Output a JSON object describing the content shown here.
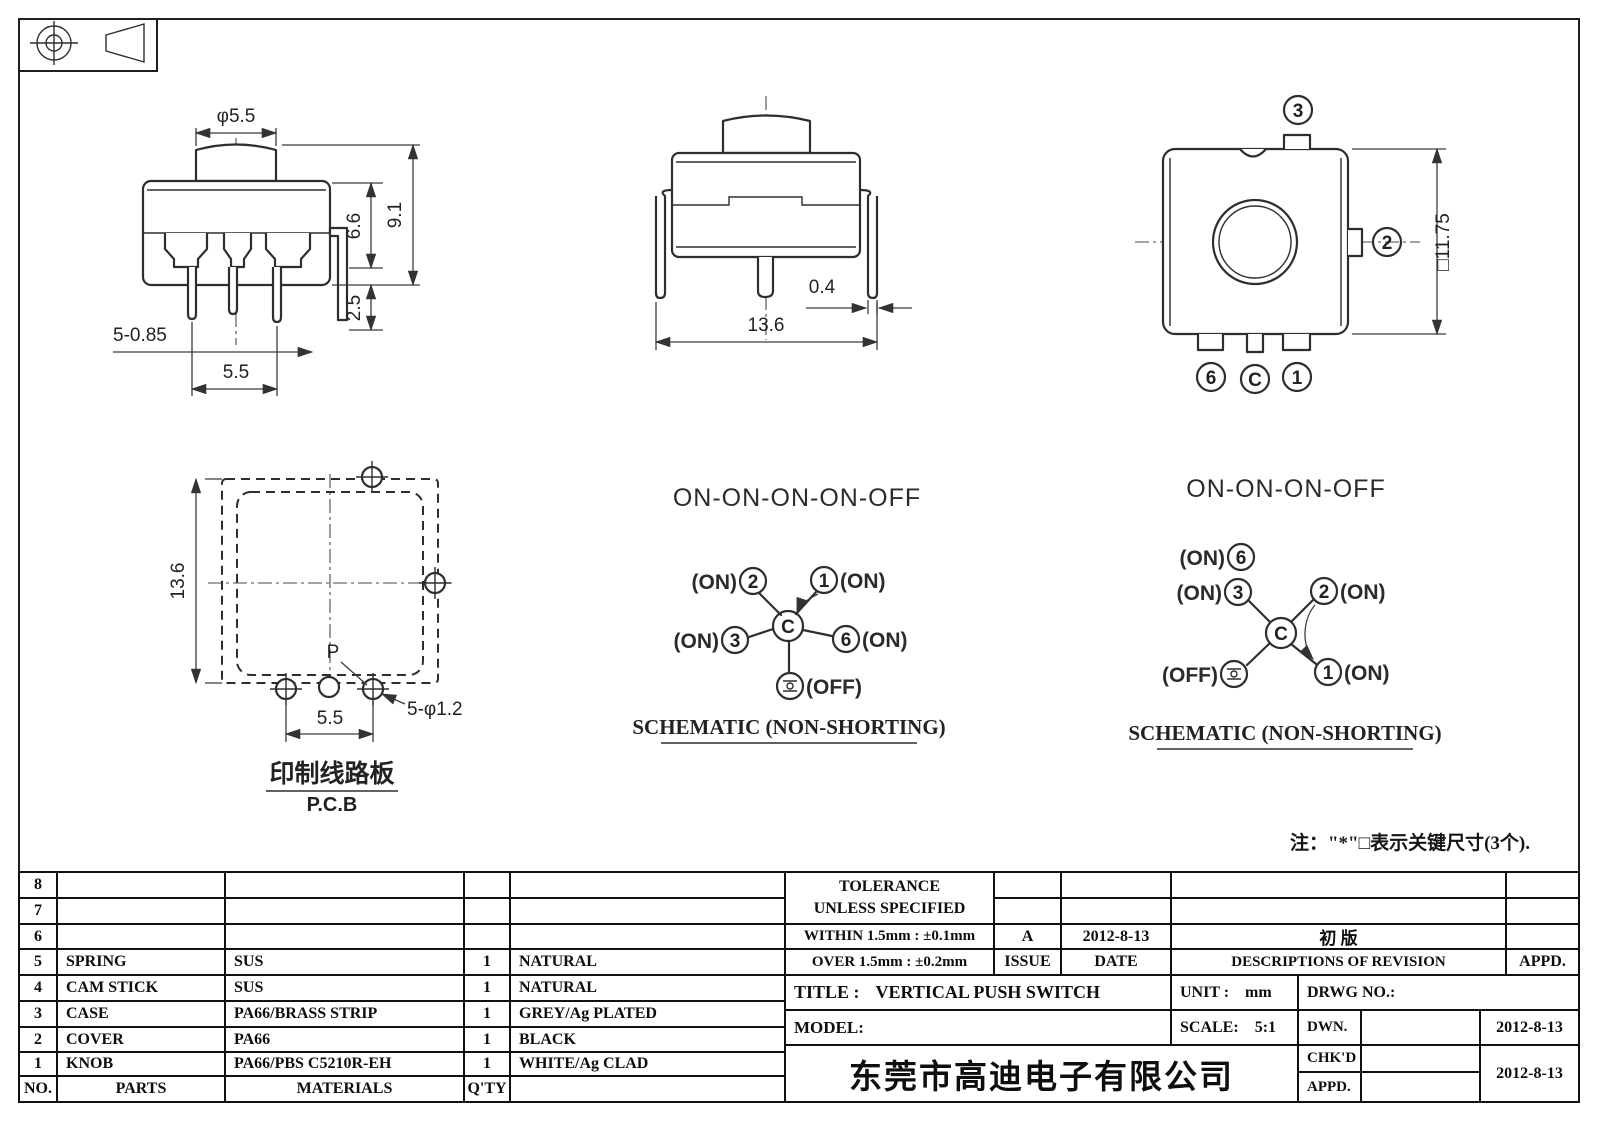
{
  "page": {
    "bg": "#ffffff",
    "line_color": "#2e2e2e"
  },
  "projection_symbol": "third-angle-projection",
  "views": {
    "front": {
      "dim_knob_dia": "φ5.5",
      "dim_total_height": "9.1",
      "dim_body_height": "6.6",
      "dim_pin_length": "2.5",
      "dim_pin_note": "5-0.85",
      "dim_pin_pitch": "5.5"
    },
    "side": {
      "dim_width": "13.6",
      "dim_bracket_thickness": "0.4"
    },
    "top": {
      "terminal_top": "3",
      "terminal_right": "2",
      "terminal_bottom_left": "6",
      "terminal_bottom_center": "C",
      "terminal_bottom_right": "1",
      "dim_square": "□11.75"
    },
    "pcb": {
      "dim_height": "13.6",
      "hole_label": "P",
      "dim_holes": "5-φ1.2",
      "dim_pitch": "5.5",
      "caption_cn": "印制线路板",
      "caption_en": "P.C.B"
    },
    "schematic_a": {
      "title": "ON-ON-ON-ON-OFF",
      "caption": "SCHEMATIC (NON-SHORTING)",
      "node_2": "2",
      "node_2_state": "(ON)",
      "node_1": "1",
      "node_1_state": "(ON)",
      "node_3": "3",
      "node_3_state": "(ON)",
      "node_6": "6",
      "node_6_state": "(ON)",
      "node_c": "C",
      "node_off_state": "(OFF)"
    },
    "schematic_b": {
      "title": "ON-ON-ON-OFF",
      "caption": "SCHEMATIC (NON-SHORTING)",
      "node_6": "6",
      "node_6_state": "(ON)",
      "node_3": "3",
      "node_3_state": "(ON)",
      "node_2": "2",
      "node_2_state": "(ON)",
      "node_1": "1",
      "node_1_state": "(ON)",
      "node_c": "C",
      "node_off_state": "(OFF)"
    }
  },
  "note": "注：\"*\"□表示关键尺寸(3个).",
  "parts_table": {
    "col_no": "NO.",
    "col_parts": "PARTS",
    "col_materials": "MATERIALS",
    "col_qty": "Q'TY",
    "rows": [
      {
        "no": "8",
        "part": "",
        "material": "",
        "qty": "",
        "finish": ""
      },
      {
        "no": "7",
        "part": "",
        "material": "",
        "qty": "",
        "finish": ""
      },
      {
        "no": "6",
        "part": "",
        "material": "",
        "qty": "",
        "finish": ""
      },
      {
        "no": "5",
        "part": "SPRING",
        "material": "SUS",
        "qty": "1",
        "finish": "NATURAL"
      },
      {
        "no": "4",
        "part": "CAM STICK",
        "material": "SUS",
        "qty": "1",
        "finish": "NATURAL"
      },
      {
        "no": "3",
        "part": "CASE",
        "material": "PA66/BRASS STRIP",
        "qty": "1",
        "finish": "GREY/Ag PLATED"
      },
      {
        "no": "2",
        "part": "COVER",
        "material": "PA66",
        "qty": "1",
        "finish": "BLACK"
      },
      {
        "no": "1",
        "part": "KNOB",
        "material": "PA66/PBS C5210R-EH",
        "qty": "1",
        "finish": "WHITE/Ag CLAD"
      }
    ]
  },
  "title_block": {
    "tolerance_title": "TOLERANCE",
    "tolerance_sub": "UNLESS  SPECIFIED",
    "tolerance_within": "WITHIN 1.5mm : ±0.1mm",
    "tolerance_over": "OVER 1.5mm : ±0.2mm",
    "issue_value": "A",
    "date_value": "2012-8-13",
    "issue_label": "ISSUE",
    "date_label": "DATE",
    "revision_text": "初  版",
    "revision_header": "DESCRIPTIONS  OF  REVISION",
    "revision_appd_header": "APPD.",
    "title_label": "TITLE :",
    "title_value": "VERTICAL PUSH SWITCH",
    "unit_label": "UNIT :",
    "unit_value": "mm",
    "drwg_label": "DRWG NO.:",
    "model_label": "MODEL:",
    "scale_label": "SCALE:",
    "scale_value": "5:1",
    "company": "东莞市高迪电子有限公司",
    "dwn_label": "DWN.",
    "dwn_date": "2012-8-13",
    "chkd_label": "CHK'D",
    "chkd_date": "2012-8-13",
    "appd_label": "APPD."
  }
}
